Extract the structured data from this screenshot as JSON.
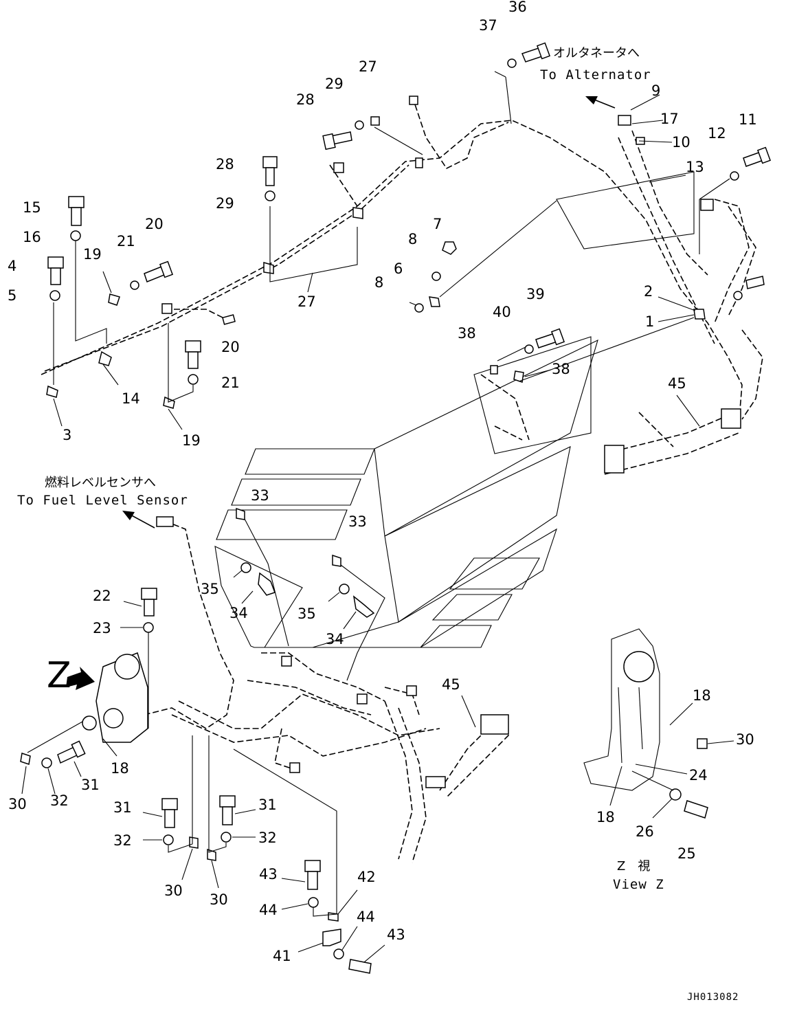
{
  "notes": {
    "alternator_jp": "オルタネータへ",
    "alternator_en": "To Alternator",
    "fuel_jp": "燃料レベルセンサへ",
    "fuel_en": "To Fuel Level Sensor",
    "view_jp": "Z　視",
    "view_en": "View Z",
    "view_marker": "Z",
    "drawing_code": "JH013082"
  },
  "callouts": [
    {
      "id": "c36",
      "label": "36"
    },
    {
      "id": "c37",
      "label": "37"
    },
    {
      "id": "c9",
      "label": "9"
    },
    {
      "id": "c17",
      "label": "17"
    },
    {
      "id": "c10",
      "label": "10"
    },
    {
      "id": "c11",
      "label": "11"
    },
    {
      "id": "c12",
      "label": "12"
    },
    {
      "id": "c13",
      "label": "13"
    },
    {
      "id": "c27a",
      "label": "27"
    },
    {
      "id": "c29a",
      "label": "29"
    },
    {
      "id": "c28a",
      "label": "28"
    },
    {
      "id": "c28b",
      "label": "28"
    },
    {
      "id": "c29b",
      "label": "29"
    },
    {
      "id": "c27b",
      "label": "27"
    },
    {
      "id": "c15",
      "label": "15"
    },
    {
      "id": "c16",
      "label": "16"
    },
    {
      "id": "c4",
      "label": "4"
    },
    {
      "id": "c5",
      "label": "5"
    },
    {
      "id": "c3",
      "label": "3"
    },
    {
      "id": "c14",
      "label": "14"
    },
    {
      "id": "c19a",
      "label": "19"
    },
    {
      "id": "c21a",
      "label": "21"
    },
    {
      "id": "c20a",
      "label": "20"
    },
    {
      "id": "c20b",
      "label": "20"
    },
    {
      "id": "c21b",
      "label": "21"
    },
    {
      "id": "c19b",
      "label": "19"
    },
    {
      "id": "c7",
      "label": "7"
    },
    {
      "id": "c8a",
      "label": "8"
    },
    {
      "id": "c6",
      "label": "6"
    },
    {
      "id": "c8b",
      "label": "8"
    },
    {
      "id": "c2",
      "label": "2"
    },
    {
      "id": "c1",
      "label": "1"
    },
    {
      "id": "c39",
      "label": "39"
    },
    {
      "id": "c40",
      "label": "40"
    },
    {
      "id": "c38a",
      "label": "38"
    },
    {
      "id": "c38b",
      "label": "38"
    },
    {
      "id": "c45a",
      "label": "45"
    },
    {
      "id": "c33a",
      "label": "33"
    },
    {
      "id": "c33b",
      "label": "33"
    },
    {
      "id": "c35a",
      "label": "35"
    },
    {
      "id": "c34a",
      "label": "34"
    },
    {
      "id": "c35b",
      "label": "35"
    },
    {
      "id": "c34b",
      "label": "34"
    },
    {
      "id": "c22",
      "label": "22"
    },
    {
      "id": "c23",
      "label": "23"
    },
    {
      "id": "c18a",
      "label": "18"
    },
    {
      "id": "c30a",
      "label": "30"
    },
    {
      "id": "c32a",
      "label": "32"
    },
    {
      "id": "c31a",
      "label": "31"
    },
    {
      "id": "c31b",
      "label": "31"
    },
    {
      "id": "c32b",
      "label": "32"
    },
    {
      "id": "c31c",
      "label": "31"
    },
    {
      "id": "c32c",
      "label": "32"
    },
    {
      "id": "c30b",
      "label": "30"
    },
    {
      "id": "c30c",
      "label": "30"
    },
    {
      "id": "c43a",
      "label": "43"
    },
    {
      "id": "c44a",
      "label": "44"
    },
    {
      "id": "c42",
      "label": "42"
    },
    {
      "id": "c44b",
      "label": "44"
    },
    {
      "id": "c43b",
      "label": "43"
    },
    {
      "id": "c41",
      "label": "41"
    },
    {
      "id": "c45b",
      "label": "45"
    },
    {
      "id": "c18b",
      "label": "18"
    },
    {
      "id": "c30d",
      "label": "30"
    },
    {
      "id": "c24",
      "label": "24"
    },
    {
      "id": "c18c",
      "label": "18"
    },
    {
      "id": "c26",
      "label": "26"
    },
    {
      "id": "c25",
      "label": "25"
    }
  ]
}
